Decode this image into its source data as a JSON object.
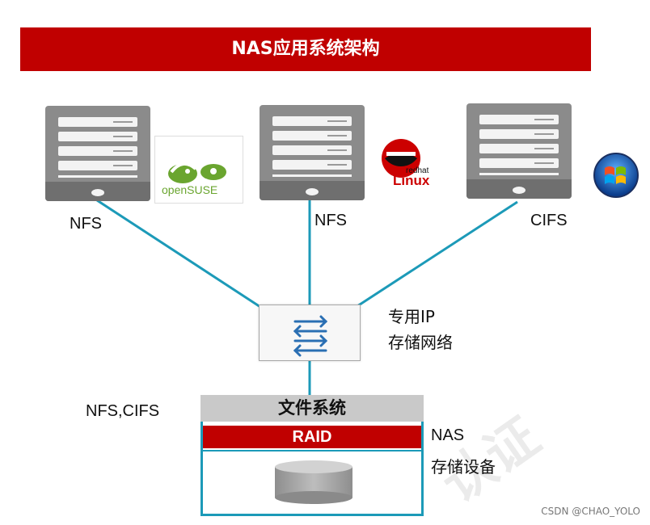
{
  "title": "NAS应用系统架构",
  "clients": [
    {
      "protocol": "NFS",
      "os_logo": "opensuse-logo",
      "os_text": "openSUSE"
    },
    {
      "protocol": "NFS",
      "os_logo": "redhat-linux-logo",
      "os_text_small": "redhat",
      "os_text": "Linux"
    },
    {
      "protocol": "CIFS",
      "os_logo": "windows-logo"
    }
  ],
  "network": {
    "line1": "专用IP",
    "line2": "存储网络"
  },
  "nas": {
    "protocols": "NFS,CIFS",
    "filesystem": "文件系统",
    "raid": "RAID",
    "label": "NAS",
    "storage_label": "存储设备"
  },
  "colors": {
    "banner": "#c00000",
    "link": "#1c9ab8",
    "server": "#8b8b8b",
    "raid": "#c00000",
    "filesystem": "#c9c9c9"
  },
  "watermark": "认证",
  "credit": "CSDN @CHAO_YOLO"
}
